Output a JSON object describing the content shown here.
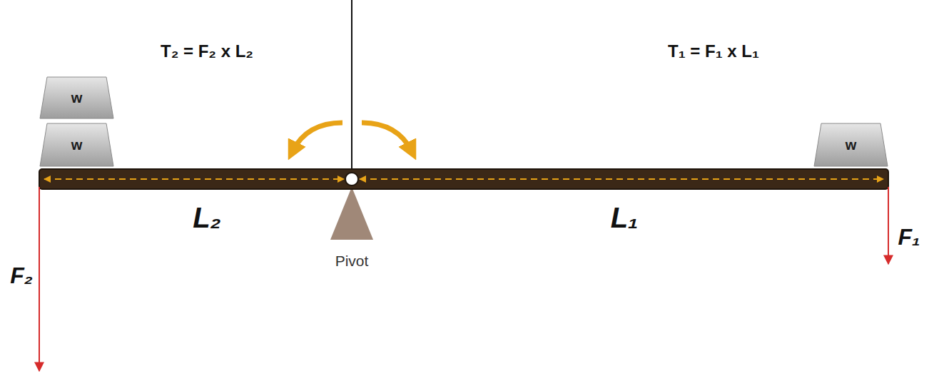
{
  "diagram": {
    "nodes": [
      {
        "text": [
          "w"
        ]
      },
      {
        "text": [
          "w"
        ]
      },
      {
        "text": [
          "w"
        ]
      }
    ],
    "labels": [
      "T₂ = F₂ x L₂",
      "T₁ = F₁ x L₁",
      "L₂",
      "L₁",
      "Pivot",
      "F₂",
      "F₁"
    ]
  }
}
